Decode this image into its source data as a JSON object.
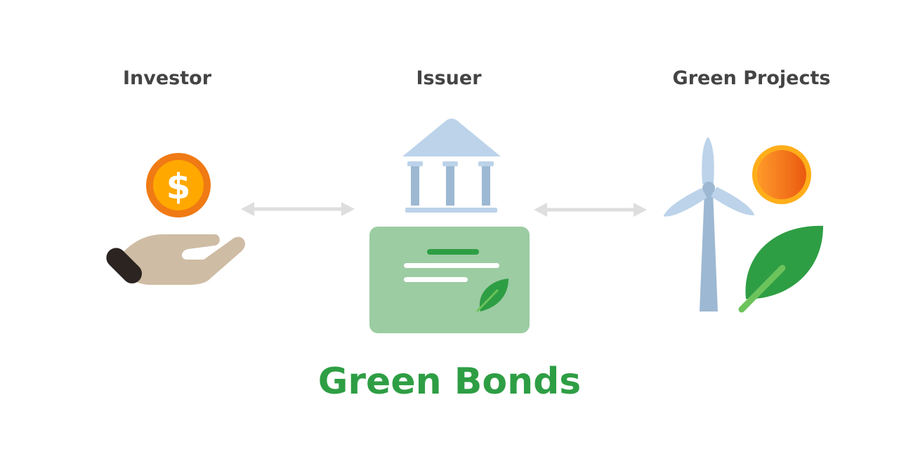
{
  "diagram": {
    "title": "Green Bonds",
    "nodes": [
      {
        "id": "investor",
        "label": "Investor",
        "icon": "hand-coin-icon"
      },
      {
        "id": "issuer",
        "label": "Issuer",
        "icon": "bank-certificate-icon"
      },
      {
        "id": "projects",
        "label": "Green Projects",
        "icon": "wind-sun-leaf-icon"
      }
    ],
    "edges": [
      {
        "from": "investor",
        "to": "issuer",
        "direction": "both"
      },
      {
        "from": "issuer",
        "to": "projects",
        "direction": "both"
      }
    ],
    "coin_symbol": "$",
    "colors": {
      "title": "#2e9e44",
      "label": "#444444",
      "arrow": "#dedede",
      "coin_outer": "#f07a14",
      "coin_inner": "#ffa800",
      "hand": "#cfbca4",
      "cuff": "#2b2421",
      "bank": "#bcd3ea",
      "pillar": "#9db8d2",
      "certificate": "#9ccca2",
      "certificate_accent": "#2e9e44",
      "leaf": "#2e9e44",
      "leaf_vein": "#6cc35c",
      "sun_outer": "#ffae1a",
      "sun_inner": "#f06a14",
      "turbine_blade": "#bcd3ea",
      "turbine_tower": "#9db8d2"
    }
  }
}
